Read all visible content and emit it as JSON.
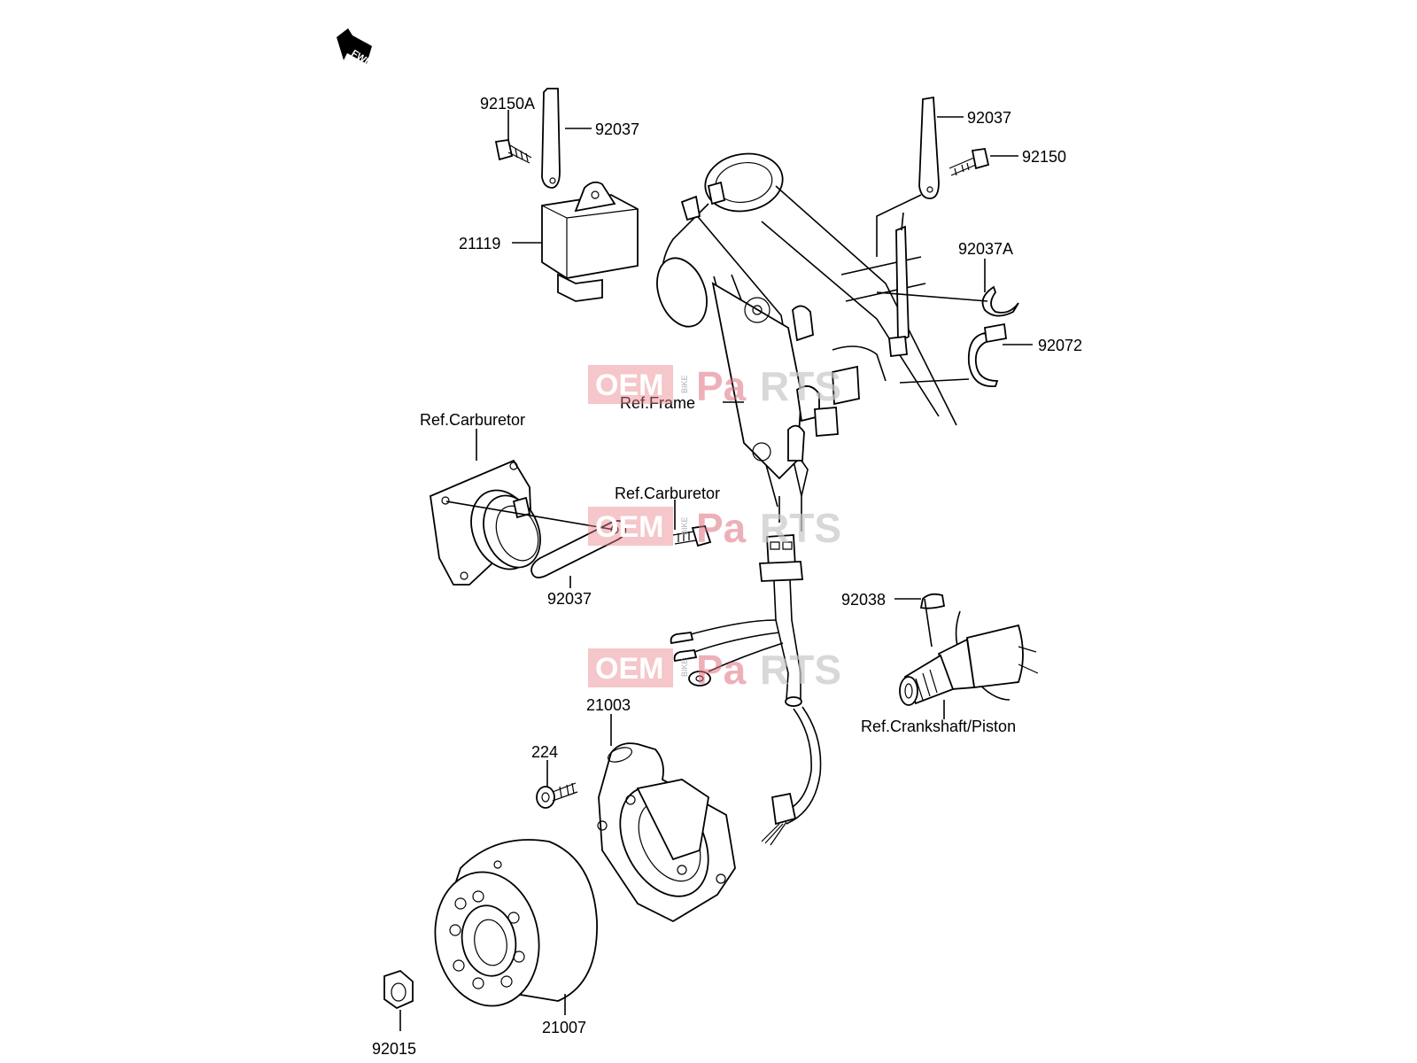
{
  "diagram": {
    "fwd": "FWD",
    "labels": {
      "p92150A": "92150A",
      "p92037_tl": "92037",
      "p21119": "21119",
      "p92037_tr": "92037",
      "p92150": "92150",
      "p92037A": "92037A",
      "p92072": "92072",
      "ref_frame": "Ref.Frame",
      "ref_carb_l": "Ref.Carburetor",
      "ref_carb_c": "Ref.Carburetor",
      "p92037_ml": "92037",
      "p92038": "92038",
      "ref_crank": "Ref.Crankshaft/Piston",
      "p21003": "21003",
      "p224": "224",
      "p21007": "21007",
      "p92015": "92015"
    },
    "watermark": {
      "oem": "OEM",
      "bike": "BIKE",
      "pa": "Pa",
      "rts": "RTS"
    }
  }
}
